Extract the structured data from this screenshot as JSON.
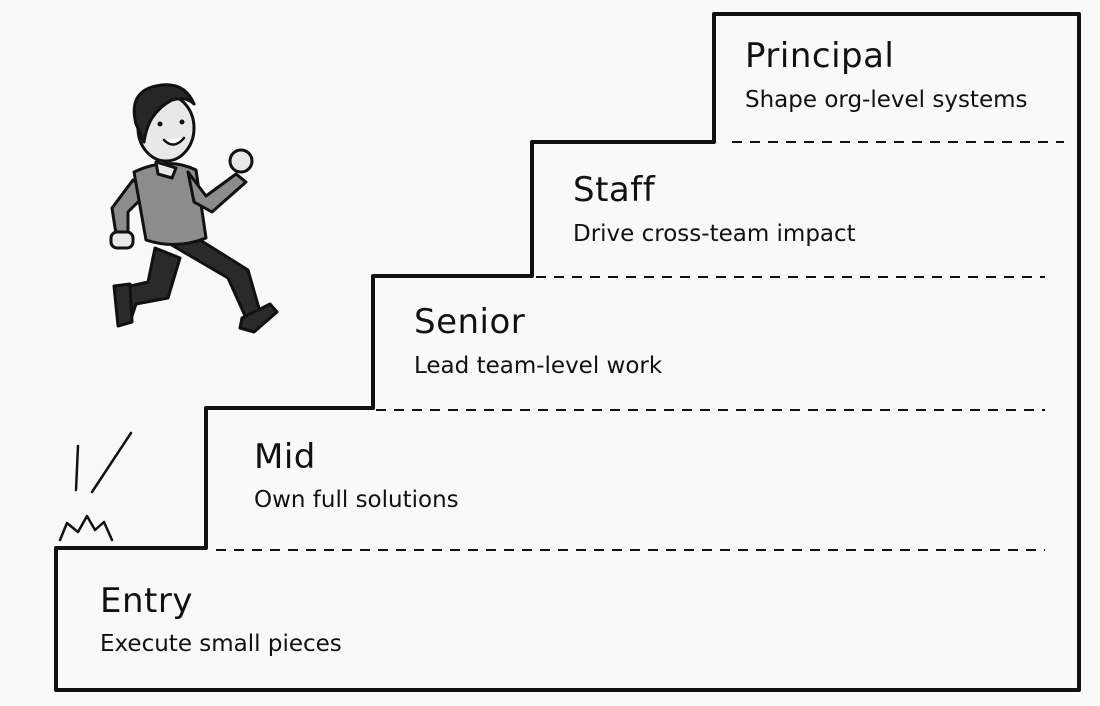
{
  "diagram": {
    "steps": [
      {
        "title": "Entry",
        "description": "Execute small pieces"
      },
      {
        "title": "Mid",
        "description": "Own full solutions"
      },
      {
        "title": "Senior",
        "description": "Lead team-level work"
      },
      {
        "title": "Staff",
        "description": "Drive cross-team impact"
      },
      {
        "title": "Principal",
        "description": "Shape org-level systems"
      }
    ],
    "illustration": {
      "figure": "running-person-icon",
      "impact_marks": "impact-burst-icon"
    },
    "colors": {
      "background": "#f9f9f9",
      "outline": "#111111",
      "sweater": "#8c8c8c",
      "trousers": "#2a2a2a",
      "hair": "#262626",
      "skin": "#e8e8e8"
    }
  }
}
